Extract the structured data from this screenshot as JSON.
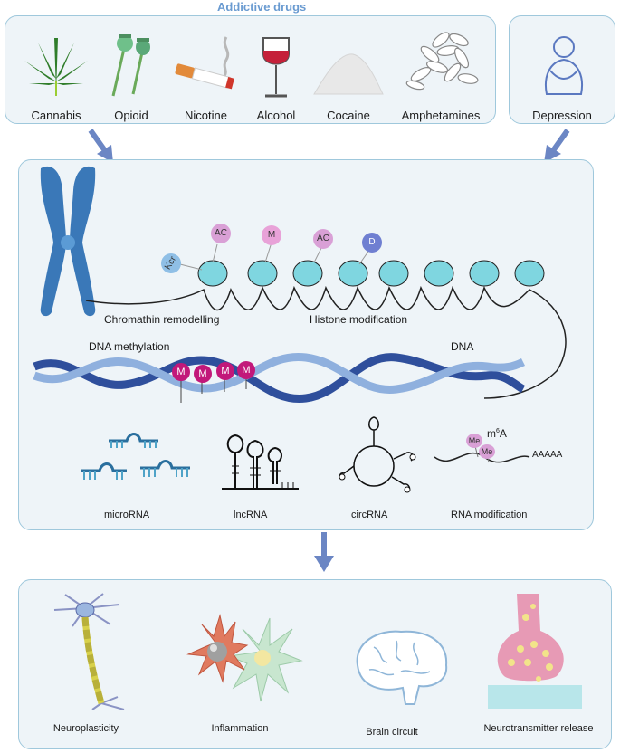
{
  "top": {
    "group_title": "Addictive drugs",
    "drugs": [
      {
        "label": "Cannabis",
        "icon": "cannabis-leaf-icon"
      },
      {
        "label": "Opioid",
        "icon": "poppy-icon"
      },
      {
        "label": "Nicotine",
        "icon": "cigarette-icon"
      },
      {
        "label": "Alcohol",
        "icon": "wine-glass-icon"
      },
      {
        "label": "Cocaine",
        "icon": "powder-pile-icon"
      },
      {
        "label": "Amphetamines",
        "icon": "pills-icon"
      }
    ],
    "depression": {
      "label": "Depression",
      "icon": "sad-person-icon"
    }
  },
  "middle": {
    "chromatin_label": "Chromathin remodelling",
    "histone_label": "Histone modification",
    "histone_marks": [
      "Kcr",
      "AC",
      "M",
      "AC",
      "D"
    ],
    "dna_methylation_label": "DNA methylation",
    "dna_label": "DNA",
    "methyl_marks": [
      "M",
      "M",
      "M",
      "M"
    ],
    "rna": {
      "microrna": "microRNA",
      "lncrna": "lncRNA",
      "circrna": "circRNA",
      "rna_mod": "RNA modification",
      "m6a": "m6A",
      "me_marks": [
        "Me",
        "Me"
      ],
      "polya": "AAAAA"
    }
  },
  "bottom": {
    "outcomes": [
      {
        "label": "Neuroplasticity",
        "icon": "neuron-icon"
      },
      {
        "label": "Inflammation",
        "icon": "immune-cells-icon"
      },
      {
        "label": "Brain circuit",
        "icon": "brain-icon"
      },
      {
        "label": "Neurotransmitter release",
        "icon": "synapse-icon"
      }
    ]
  },
  "colors": {
    "panel_border": "#9fc8dc",
    "panel_fill": "#eef4f8",
    "arrow": "#6b86c4",
    "nucleosome": "#7fd6e0",
    "dna_dark": "#2f4f9c",
    "dna_light": "#8fb0de",
    "methyl": "#c2187a",
    "histone_mark": "#d9a0d6"
  }
}
